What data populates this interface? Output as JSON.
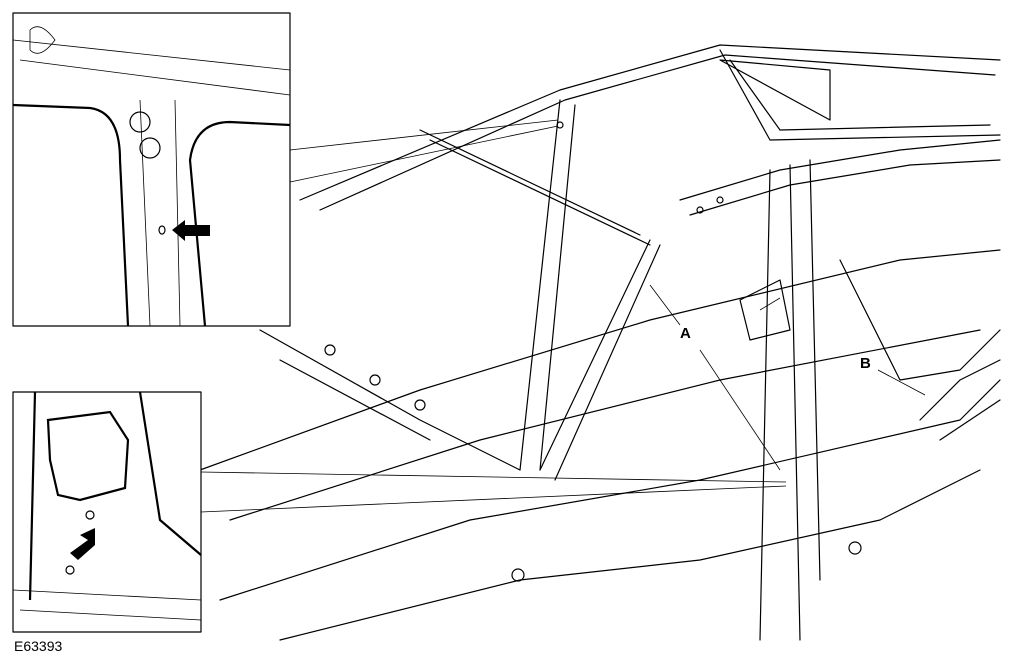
{
  "callouts": {
    "a": "A",
    "b": "B"
  },
  "figure_id": "E63393",
  "colors": {
    "line": "#000000",
    "background": "#ffffff"
  }
}
